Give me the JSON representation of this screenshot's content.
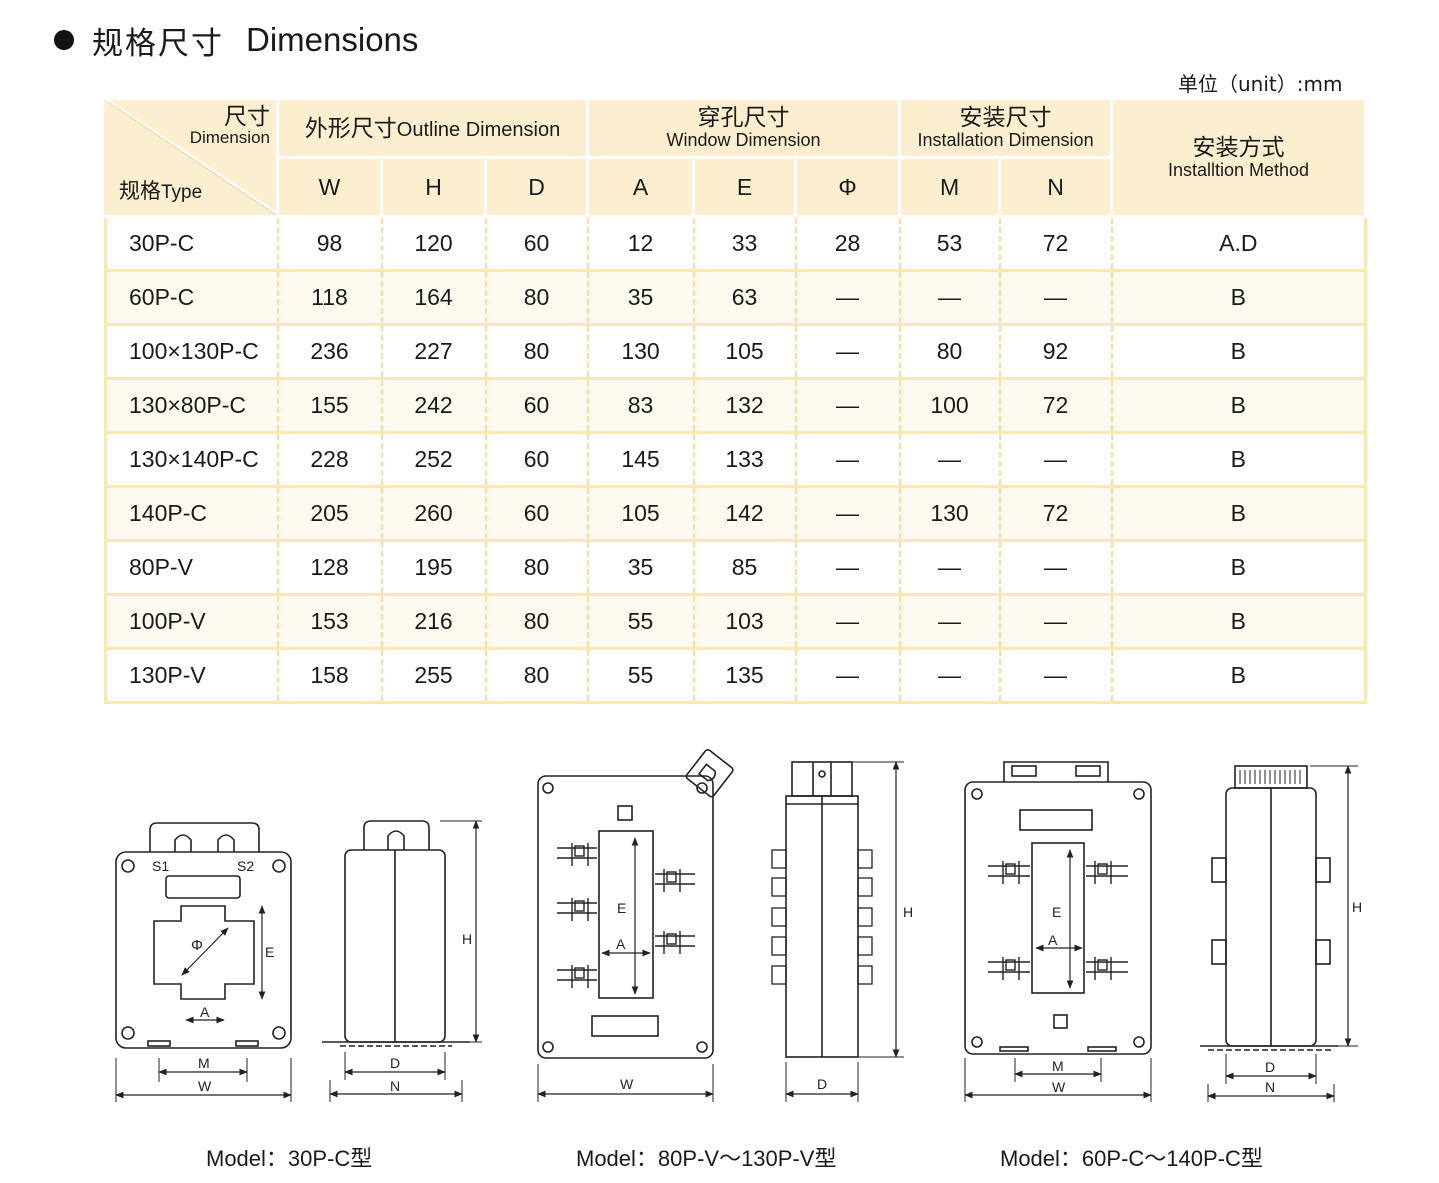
{
  "title": {
    "cn": "规格尺寸",
    "en": "Dimensions"
  },
  "unit": "单位（unit）:mm",
  "table": {
    "corner": {
      "top_cn": "尺寸",
      "top_en": "Dimension",
      "bottom_cn": "规格",
      "bottom_en": "Type"
    },
    "groups": [
      {
        "cn": "外形尺寸",
        "en": "Outline Dimension",
        "span": 3
      },
      {
        "cn": "穿孔尺寸",
        "en": "Window Dimension",
        "span": 3
      },
      {
        "cn": "安装尺寸",
        "en": "Installation Dimension",
        "span": 2
      }
    ],
    "method": {
      "cn": "安装方式",
      "en": "Installtion Method"
    },
    "columns": [
      "W",
      "H",
      "D",
      "A",
      "E",
      "Φ",
      "M",
      "N"
    ],
    "rows": [
      [
        "30P-C",
        "98",
        "120",
        "60",
        "12",
        "33",
        "28",
        "53",
        "72",
        "A.D"
      ],
      [
        "60P-C",
        "118",
        "164",
        "80",
        "35",
        "63",
        "—",
        "—",
        "—",
        "B"
      ],
      [
        "100×130P-C",
        "236",
        "227",
        "80",
        "130",
        "105",
        "—",
        "80",
        "92",
        "B"
      ],
      [
        "130×80P-C",
        "155",
        "242",
        "60",
        "83",
        "132",
        "—",
        "100",
        "72",
        "B"
      ],
      [
        "130×140P-C",
        "228",
        "252",
        "60",
        "145",
        "133",
        "—",
        "—",
        "—",
        "B"
      ],
      [
        "140P-C",
        "205",
        "260",
        "60",
        "105",
        "142",
        "—",
        "130",
        "72",
        "B"
      ],
      [
        "80P-V",
        "128",
        "195",
        "80",
        "35",
        "85",
        "—",
        "—",
        "—",
        "B"
      ],
      [
        "100P-V",
        "153",
        "216",
        "80",
        "55",
        "103",
        "—",
        "—",
        "—",
        "B"
      ],
      [
        "130P-V",
        "158",
        "255",
        "80",
        "55",
        "135",
        "—",
        "—",
        "—",
        "B"
      ]
    ]
  },
  "drawings": {
    "d1": {
      "s1": "S1",
      "s2": "S2",
      "phi": "Φ",
      "e": "E",
      "a": "A",
      "m": "M",
      "w": "W"
    },
    "d2": {
      "h": "H",
      "d": "D",
      "n": "N"
    },
    "d3": {
      "e": "E",
      "a": "A",
      "w": "W"
    },
    "d4": {
      "h": "H",
      "d": "D"
    },
    "d5": {
      "e": "E",
      "a": "A",
      "m": "M",
      "w": "W"
    },
    "d6": {
      "h": "H",
      "d": "D",
      "n": "N"
    }
  },
  "captions": [
    "Model：30P-C型",
    "Model：80P-V～130P-V型",
    "Model：60P-C～140P-C型"
  ]
}
